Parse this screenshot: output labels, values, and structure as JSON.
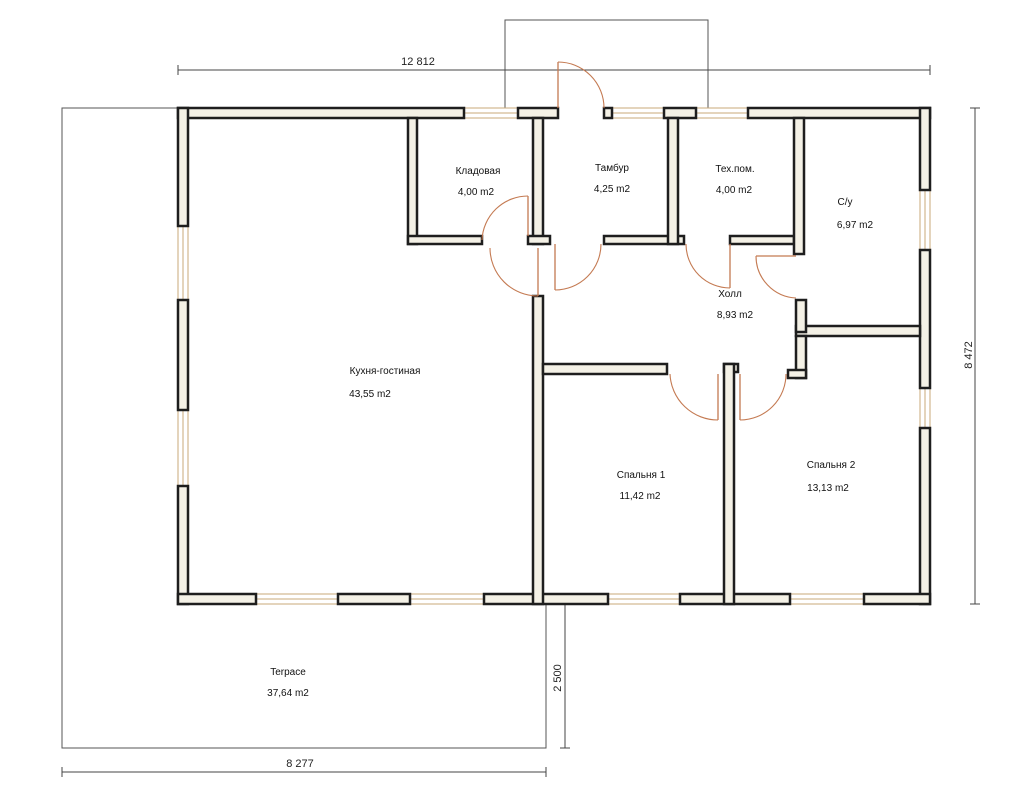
{
  "rooms": [
    {
      "id": "kladovaya",
      "name": "Кладовая",
      "area": "4,00 m2"
    },
    {
      "id": "tambur",
      "name": "Тамбур",
      "area": "4,25 m2"
    },
    {
      "id": "tehpom",
      "name": "Тех.пом.",
      "area": "4,00 m2"
    },
    {
      "id": "su",
      "name": "С/у",
      "area": "6,97 m2"
    },
    {
      "id": "holl",
      "name": "Холл",
      "area": "8,93 m2"
    },
    {
      "id": "kuhnya",
      "name": "Кухня-гостиная",
      "area": "43,55 m2"
    },
    {
      "id": "spalnya1",
      "name": "Спальня 1",
      "area": "11,42 m2"
    },
    {
      "id": "spalnya2",
      "name": "Спальня 2",
      "area": "13,13 m2"
    },
    {
      "id": "terrace",
      "name": "Terpace",
      "area": "37,64 m2"
    }
  ],
  "dimensions": {
    "top_width": "12 812",
    "right_height": "8 472",
    "terrace_depth": "2 500",
    "terrace_width": "8 277"
  }
}
